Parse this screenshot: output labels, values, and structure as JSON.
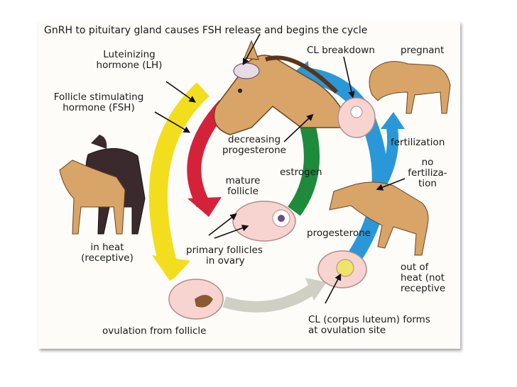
{
  "figure": {
    "title": "GnRH to pituitary gland causes FSH release and begins the cycle",
    "labels": {
      "lh": [
        "Luteinizing",
        "hormone (LH)"
      ],
      "fsh": [
        "Follicle stimulating",
        "hormone (FSH)"
      ],
      "cl_breakdown": "CL breakdown",
      "pregnant": "pregnant",
      "decreasing_progesterone": [
        "decreasing",
        "progesterone"
      ],
      "fertilization": "fertilization",
      "no_fertilization": [
        "no",
        "fertiliza-",
        "tion"
      ],
      "estrogen": "estrogen",
      "mature_follicle": [
        "mature",
        "follicle"
      ],
      "in_heat": [
        "in heat",
        "(receptive)"
      ],
      "primary_follicles": [
        "primary follicles",
        "in ovary"
      ],
      "progesterone": "progesterone",
      "out_of_heat": [
        "out of",
        "heat (not",
        "receptive"
      ],
      "ovulation": "ovulation from follicle",
      "cl_forms": [
        "CL (corpus luteum) forms",
        "at ovulation site"
      ]
    },
    "colors": {
      "yellow_arrow": "#f2de1c",
      "red_arrow": "#d4223a",
      "green_arrow": "#1e8a3c",
      "blue_arrow": "#2a98d8",
      "gray_arrow": "#cfcfc4",
      "horse_tan": "#d9a467",
      "horse_dark": "#3a2a2e",
      "ovary_pink": "#f7d4d0"
    },
    "icons": [
      "horse-head-icon",
      "mating-horses-icon",
      "pregnant-horse-icon",
      "kicking-horse-icon",
      "ovary-icon"
    ]
  }
}
